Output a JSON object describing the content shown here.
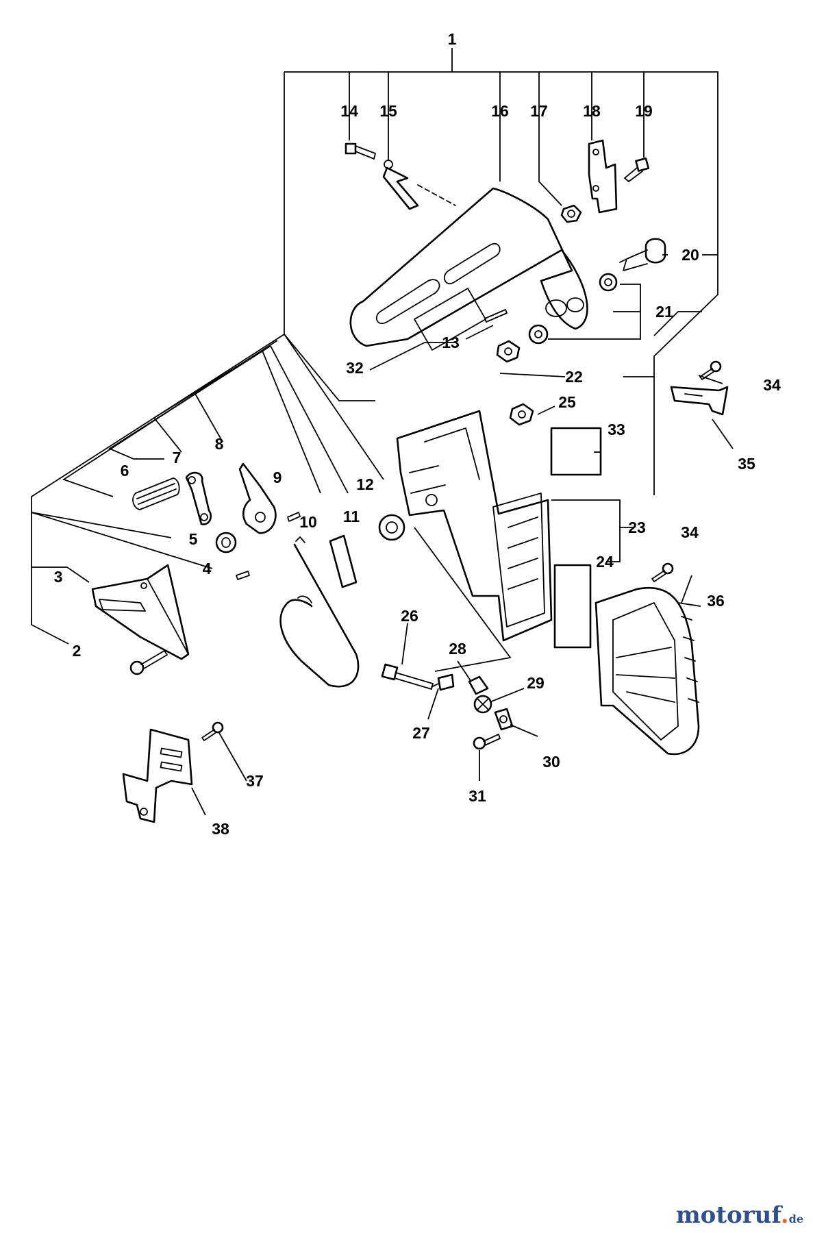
{
  "callouts": [
    "1",
    "2",
    "3",
    "4",
    "5",
    "6",
    "7",
    "8",
    "9",
    "10",
    "11",
    "12",
    "13",
    "14",
    "15",
    "16",
    "17",
    "18",
    "19",
    "20",
    "21",
    "22",
    "23",
    "24",
    "25",
    "26",
    "27",
    "28",
    "29",
    "30",
    "31",
    "32",
    "33",
    "34",
    "34",
    "35",
    "36",
    "37",
    "38"
  ],
  "watermark": {
    "main": "motoruf",
    "dot": ".",
    "tld": "de"
  },
  "colors": {
    "line": "#000000",
    "background": "#ffffff",
    "watermark_blue": "#2f4f8f",
    "watermark_orange": "#e0701e"
  }
}
